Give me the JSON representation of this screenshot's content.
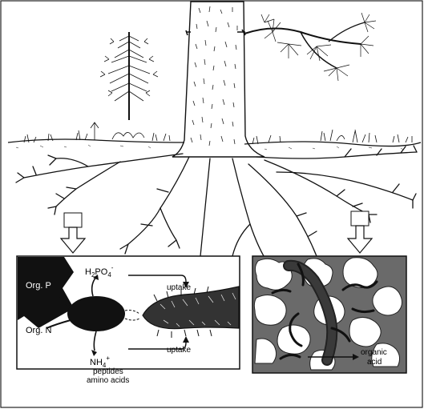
{
  "left_panel": {
    "org_p": "Org. P",
    "org_n": "Org. N",
    "phosphate": {
      "base": "H",
      "sub1": "2",
      "mid": "PO",
      "sub2": "4",
      "sup": "-"
    },
    "ammonium": {
      "base": "NH",
      "sub": "4",
      "sup": "+"
    },
    "uptake_top": "uptake",
    "uptake_bottom": "uptake",
    "peptides": "peptides",
    "amino_acids": "amino acids"
  },
  "right_panel": {
    "organic": "organic",
    "acid": "acid"
  },
  "colors": {
    "ink": "#111111",
    "background": "#ffffff",
    "soil_grey": "#6a6a6a"
  }
}
